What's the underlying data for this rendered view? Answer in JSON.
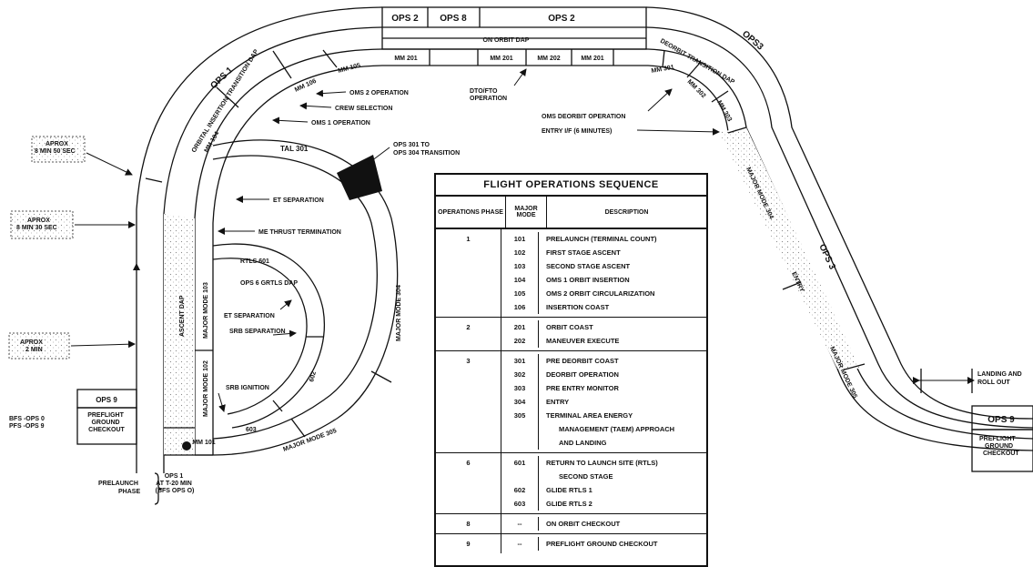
{
  "top_bar": {
    "ops2_a": "OPS 2",
    "ops8": "OPS 8",
    "ops2_b": "OPS 2",
    "on_orbit_dap": "ON ORBIT DAP",
    "mm_boxes": [
      "MM 201",
      "MM 201",
      "MM 202",
      "MM 201"
    ]
  },
  "left_arc": {
    "ops1": "OPS 1",
    "insertion_dap": "ORBITAL INSERTION TRANSITION DAP",
    "mm106": "MM 106",
    "mm105": "MM 105",
    "mm104": "MM 104",
    "ascent_dap": "ASCENT DAP",
    "mm103": "MAJOR MODE 103",
    "mm102": "MAJOR MODE 102",
    "mm101": "MM 101"
  },
  "callouts": {
    "oms2": "OMS 2 OPERATION",
    "crew_selection": "CREW SELECTION",
    "oms1": "OMS 1 OPERATION",
    "dto_fto": "DTO/FTO OPERATION",
    "tal301": "TAL 301",
    "ops301_304": "OPS 301 TO OPS 304 TRANSITION",
    "et_sep_upper": "ET SEPARATION",
    "me_thrust": "ME THRUST TERMINATION",
    "rtls601": "RTLS 601",
    "ops6_grtls": "OPS 6 GRTLS DAP",
    "et_sep_lower": "ET SEPARATION",
    "srb_sep": "SRB SEPARATION",
    "srb_ign": "SRB IGNITION",
    "c602": "602",
    "c603": "603",
    "mm304_inner": "MAJOR MODE 304",
    "mm305_inner": "MAJOR MODE 305",
    "oms_deorbit": "OMS DEORBIT OPERATION",
    "entry_if": "ENTRY I/F (6 MINUTES)",
    "landing_rollout": "LANDING AND ROLL OUT"
  },
  "left_notes": {
    "approx1": "APROX 8 MIN 50 SEC",
    "approx2": "APROX 8 MIN 30 SEC",
    "approx3": "APROX 2 MIN",
    "bfs_pfs": "BFS -OPS 0 PFS -OPS 9",
    "ops9": "OPS 9",
    "preflight": "PREFLIGHT GROUND CHECKOUT",
    "prelaunch": "PRELAUNCH PHASE",
    "ops1_t20": "OPS 1 AT T-20 MIN (BFS OPS O)"
  },
  "right_arc": {
    "ops3_top": "OPS3",
    "deorbit_dap": "DEORBIT TRANSITION DAP",
    "mm301": "MM 301",
    "mm302": "MM 302",
    "mm303": "MM 303",
    "mm304": "MAJOR MODE 304",
    "ops3_right": "OPS 3",
    "entry": "ENTRY",
    "mm305": "MAJOR MODE 305",
    "ops9": "OPS 9",
    "preflight": "PREFLIGHT GROUND CHECKOUT"
  },
  "table": {
    "title": "FLIGHT OPERATIONS SEQUENCE",
    "col_phase": "OPERATIONS PHASE",
    "col_mode": "MAJOR MODE",
    "col_desc": "DESCRIPTION",
    "groups": [
      {
        "phase": "1",
        "rows": [
          {
            "mode": "101",
            "desc": "PRELAUNCH (TERMINAL COUNT)"
          },
          {
            "mode": "102",
            "desc": "FIRST STAGE ASCENT"
          },
          {
            "mode": "103",
            "desc": "SECOND STAGE ASCENT"
          },
          {
            "mode": "104",
            "desc": "OMS 1 ORBIT INSERTION"
          },
          {
            "mode": "105",
            "desc": "OMS 2 ORBIT CIRCULARIZATION"
          },
          {
            "mode": "106",
            "desc": "INSERTION COAST"
          }
        ]
      },
      {
        "phase": "2",
        "rows": [
          {
            "mode": "201",
            "desc": "ORBIT COAST"
          },
          {
            "mode": "202",
            "desc": "MANEUVER EXECUTE"
          }
        ]
      },
      {
        "phase": "3",
        "rows": [
          {
            "mode": "301",
            "desc": "PRE DEORBIT COAST"
          },
          {
            "mode": "302",
            "desc": "DEORBIT OPERATION"
          },
          {
            "mode": "303",
            "desc": "PRE ENTRY MONITOR"
          },
          {
            "mode": "304",
            "desc": "ENTRY"
          },
          {
            "mode": "305",
            "desc": "TERMINAL AREA ENERGY"
          },
          {
            "mode": "",
            "desc": "MANAGEMENT (TAEM) APPROACH"
          },
          {
            "mode": "",
            "desc": "AND LANDING"
          }
        ]
      },
      {
        "phase": "6",
        "rows": [
          {
            "mode": "601",
            "desc": "RETURN TO LAUNCH SITE (RTLS)"
          },
          {
            "mode": "",
            "desc": "SECOND STAGE"
          },
          {
            "mode": "602",
            "desc": "GLIDE RTLS 1"
          },
          {
            "mode": "603",
            "desc": "GLIDE RTLS 2"
          }
        ]
      },
      {
        "phase": "8",
        "rows": [
          {
            "mode": "--",
            "desc": "ON ORBIT CHECKOUT"
          }
        ]
      },
      {
        "phase": "9",
        "rows": [
          {
            "mode": "--",
            "desc": "PREFLIGHT GROUND CHECKOUT"
          }
        ]
      }
    ]
  }
}
